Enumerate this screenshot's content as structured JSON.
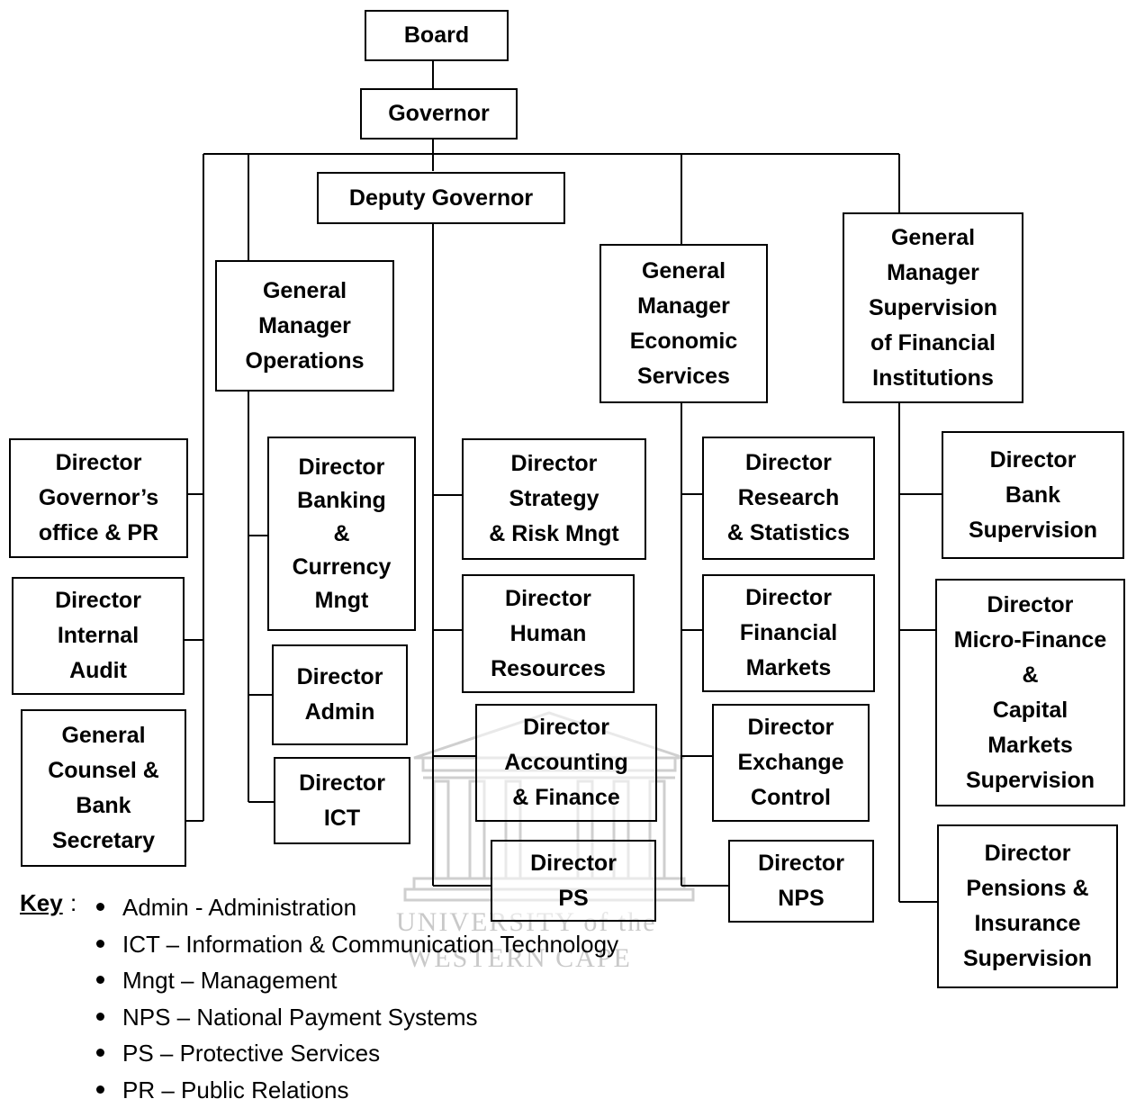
{
  "nodes": {
    "board": "Board",
    "governor": "Governor",
    "deputy_governor": "Deputy Governor",
    "gm_operations": "General\nManager\nOperations",
    "gm_economic": "General\nManager\nEconomic\nServices",
    "gm_supervision": "General\nManager\nSupervision\nof Financial\nInstitutions",
    "dir_governors_office": "Director\nGovernor’s\noffice & PR",
    "dir_internal_audit": "Director\nInternal\nAudit",
    "general_counsel": "General\nCounsel &\nBank\nSecretary",
    "dir_banking_currency": "Director\nBanking\n&\nCurrency\nMngt",
    "dir_admin": "Director\nAdmin",
    "dir_ict": "Director\nICT",
    "dir_strategy_risk": "Director\nStrategy\n& Risk Mngt",
    "dir_human_resources": "Director\nHuman\nResources",
    "dir_accounting_finance": "Director\nAccounting\n& Finance",
    "dir_ps": "Director\nPS",
    "dir_research_statistics": "Director\nResearch\n& Statistics",
    "dir_financial_markets": "Director\nFinancial\nMarkets",
    "dir_exchange_control": "Director\nExchange\nControl",
    "dir_nps": "Director\nNPS",
    "dir_bank_supervision": "Director\nBank\nSupervision",
    "dir_microfinance": "Director\nMicro-Finance\n&\nCapital\nMarkets\nSupervision",
    "dir_pensions": "Director\nPensions &\nInsurance\nSupervision"
  },
  "key": {
    "title": "Key",
    "colon": ":",
    "items": [
      "Admin - Administration",
      "ICT – Information & Communication Technology",
      "Mngt – Management",
      "NPS – National Payment Systems",
      "PS – Protective Services",
      "PR – Public Relations"
    ]
  },
  "watermark": {
    "line1": "UNIVERSITY of the",
    "line2": "WESTERN CAPE"
  },
  "colors": {
    "line": "#000000",
    "box_border": "#000000",
    "watermark": "#c9c9c9"
  }
}
